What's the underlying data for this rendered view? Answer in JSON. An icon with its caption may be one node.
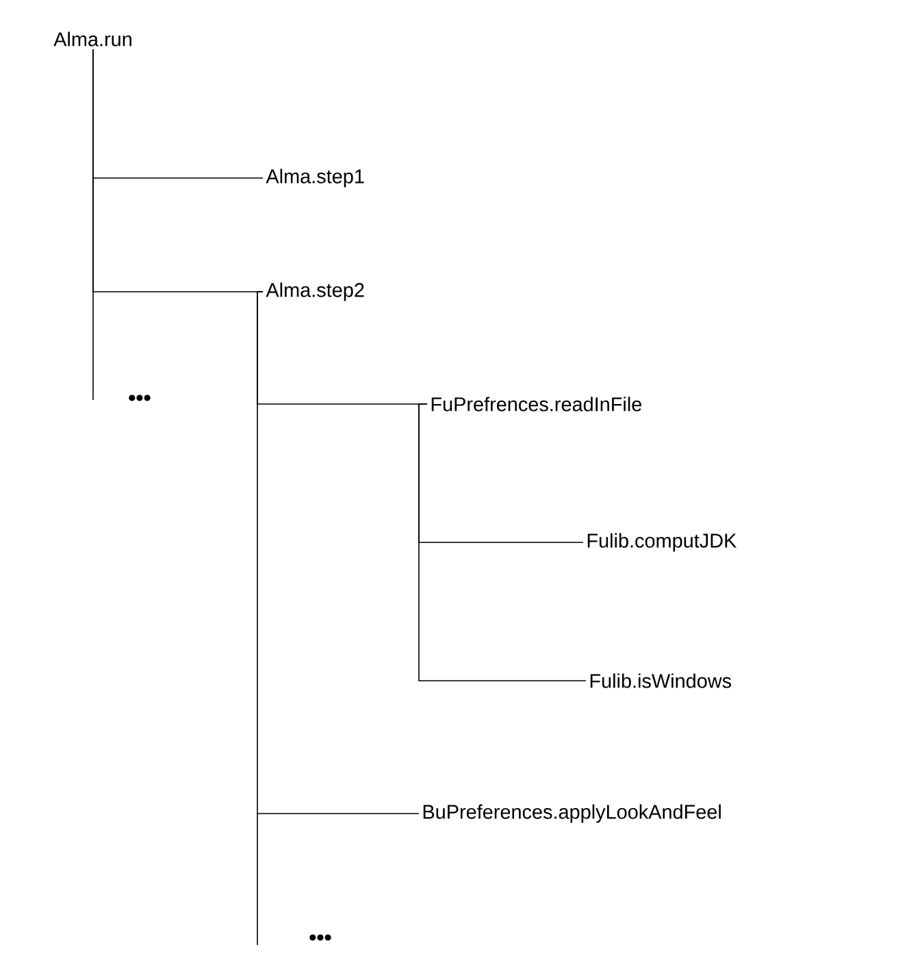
{
  "diagram": {
    "nodes": [
      {
        "text": [
          "Alma.run"
        ]
      },
      {
        "text": [
          "Alma.step1"
        ]
      },
      {
        "text": [
          "Alma.step2"
        ]
      },
      {
        "text": [
          "FuPrefrences.readInFile"
        ]
      },
      {
        "text": [
          "Fulib.computJDK"
        ]
      },
      {
        "text": [
          "Fulib.isWindows"
        ]
      },
      {
        "text": [
          "BuPreferences.applyLookAndFeel"
        ]
      }
    ],
    "edges": [
      {
        "from": 0,
        "to": 1,
        "arrow": "none"
      },
      {
        "from": 0,
        "to": 2,
        "arrow": "none"
      },
      {
        "from": 2,
        "to": 3,
        "arrow": "none"
      },
      {
        "from": 3,
        "to": 4,
        "arrow": "none"
      },
      {
        "from": 3,
        "to": 5,
        "arrow": "none"
      },
      {
        "from": 2,
        "to": 6,
        "arrow": "none"
      }
    ],
    "labels": [
      "•••",
      "•••"
    ]
  }
}
